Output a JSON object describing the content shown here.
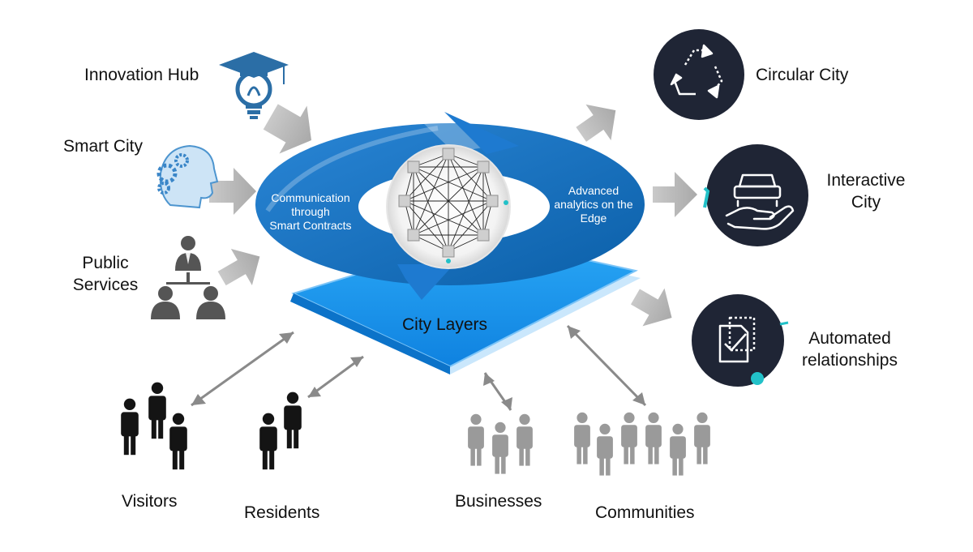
{
  "left_inputs": [
    {
      "id": "innovation",
      "label": "Innovation Hub",
      "icon": "lightbulb-graduation-cap-icon"
    },
    {
      "id": "smart",
      "label": "Smart City",
      "icon": "head-gears-icon"
    },
    {
      "id": "public",
      "label": "Public Services",
      "label_lines": [
        "Public",
        "Services"
      ],
      "icon": "org-chart-people-icon"
    }
  ],
  "center": {
    "left_text": [
      "Communication",
      "through",
      "Smart Contracts"
    ],
    "right_text": [
      "Advanced",
      "analytics on the",
      "Edge"
    ],
    "layer_label": "City Layers",
    "network_icon": "blockchain-network-icon"
  },
  "right_outputs": [
    {
      "id": "circular",
      "label": "Circular City",
      "label_lines": [
        "Circular City"
      ],
      "icon": "recycle-icon"
    },
    {
      "id": "interactive",
      "label": "Interactive City",
      "label_lines": [
        "Interactive",
        "City"
      ],
      "icon": "car-in-hand-icon"
    },
    {
      "id": "automated",
      "label": "Automated relationships",
      "label_lines": [
        "Automated",
        "relationships"
      ],
      "icon": "document-check-icon"
    }
  ],
  "stakeholders": [
    {
      "id": "visitors",
      "label": "Visitors",
      "icon": "people-group-icon"
    },
    {
      "id": "residents",
      "label": "Residents",
      "icon": "people-group-icon"
    },
    {
      "id": "businesses",
      "label": "Businesses",
      "icon": "people-group-gray-icon"
    },
    {
      "id": "communities",
      "label": "Communities",
      "icon": "people-group-gray-icon"
    }
  ],
  "colors": {
    "ring_dark": "#0b5fa8",
    "ring_light": "#2a86d6",
    "layer_fill": "#1e9bf2",
    "layer_edge": "#7cc4f7",
    "badge": "#1f2535",
    "accent": "#22c1c8",
    "arrow_gray": "#b5b5b5",
    "people_dark": "#141414",
    "people_gray": "#9a9a9a",
    "icon_blue": "#3a86c8"
  }
}
